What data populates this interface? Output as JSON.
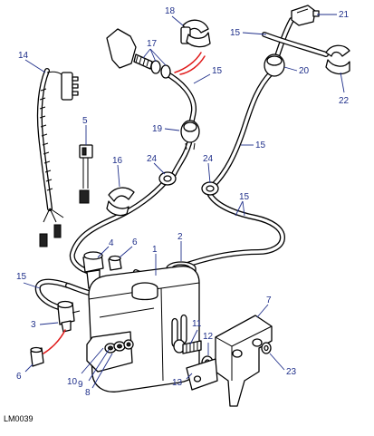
{
  "diagram_code": "LM0039",
  "callouts": [
    "1",
    "2",
    "3",
    "4",
    "5",
    "6",
    "6",
    "7",
    "8",
    "9",
    "10",
    "11",
    "12",
    "13",
    "14",
    "15",
    "15",
    "15",
    "15",
    "15",
    "16",
    "17",
    "18",
    "19",
    "20",
    "21",
    "22",
    "23",
    "24",
    "24"
  ],
  "colors": {
    "callout": "#1f2f8a",
    "highlight_line": "#e01b1b",
    "line_art": "#000000"
  }
}
